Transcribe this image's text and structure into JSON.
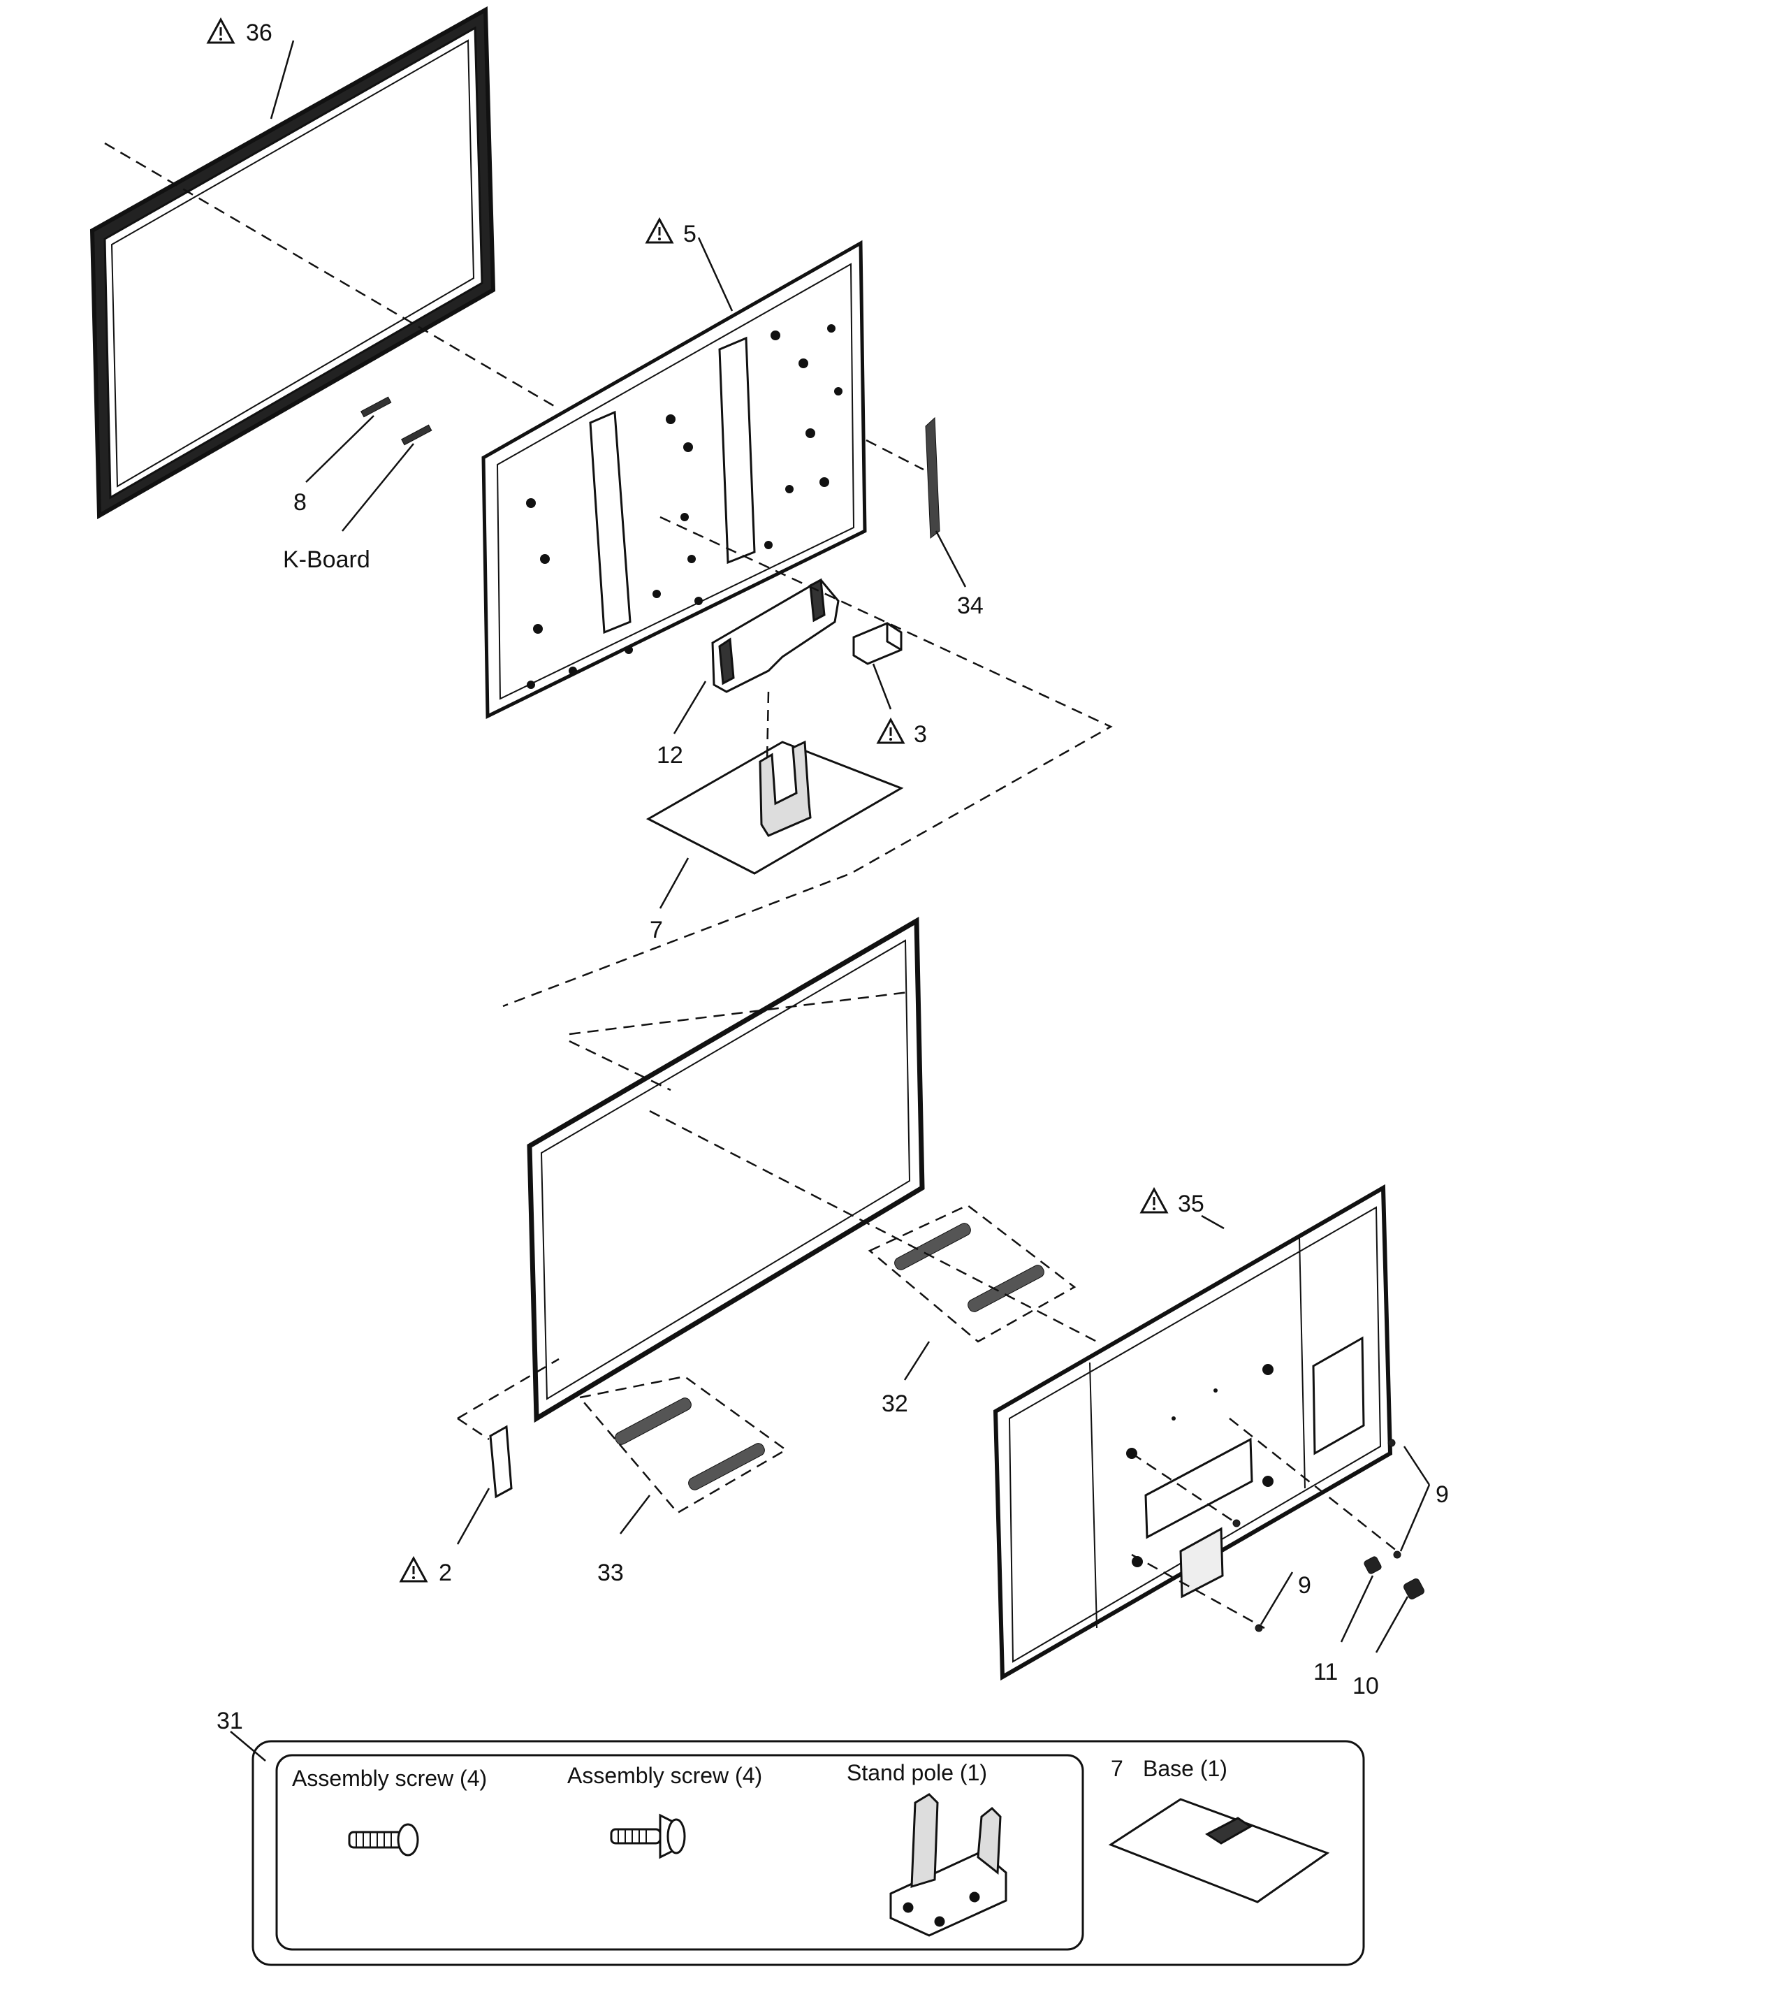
{
  "callouts": {
    "c36": "36",
    "c5": "5",
    "c8": "8",
    "kboard": "K-Board",
    "c34": "34",
    "c12": "12",
    "c3": "3",
    "c7": "7",
    "c35": "35",
    "c9a": "9",
    "c9b": "9",
    "c32": "32",
    "c33": "33",
    "c2": "2",
    "c11": "11",
    "c10": "10",
    "c31": "31"
  },
  "kit": {
    "screw1": "Assembly screw (4)",
    "screw2": "Assembly screw (4)",
    "pole": "Stand pole (1)",
    "base_num": "7",
    "base": "Base (1)"
  },
  "icons": {
    "warning": "warning-triangle-icon",
    "screw": "screw-icon",
    "stand_pole": "stand-pole-icon",
    "base": "base-plate-icon"
  },
  "colors": {
    "line": "#111111",
    "background": "#ffffff"
  }
}
